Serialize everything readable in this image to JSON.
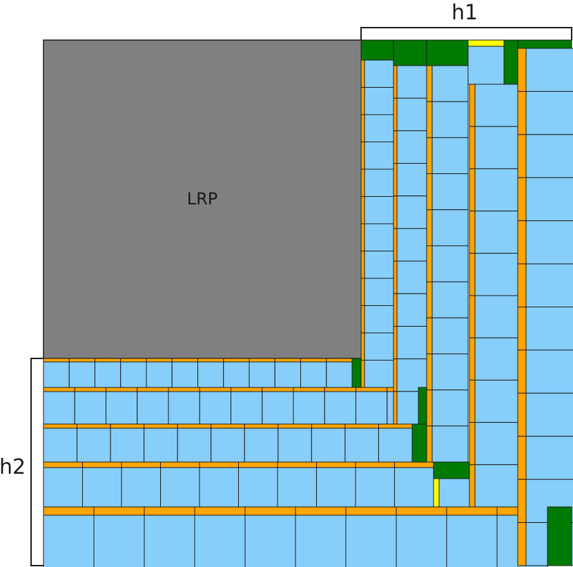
{
  "labels": {
    "region_label": "LRP",
    "h1_label": "h1",
    "h2_label": "h2"
  },
  "colors": {
    "region": "#808080",
    "tile": "#87cefa",
    "strip": "#ffa500",
    "green": "#007a00",
    "yellow": "#ffff00",
    "line": "#1a1a1a"
  }
}
